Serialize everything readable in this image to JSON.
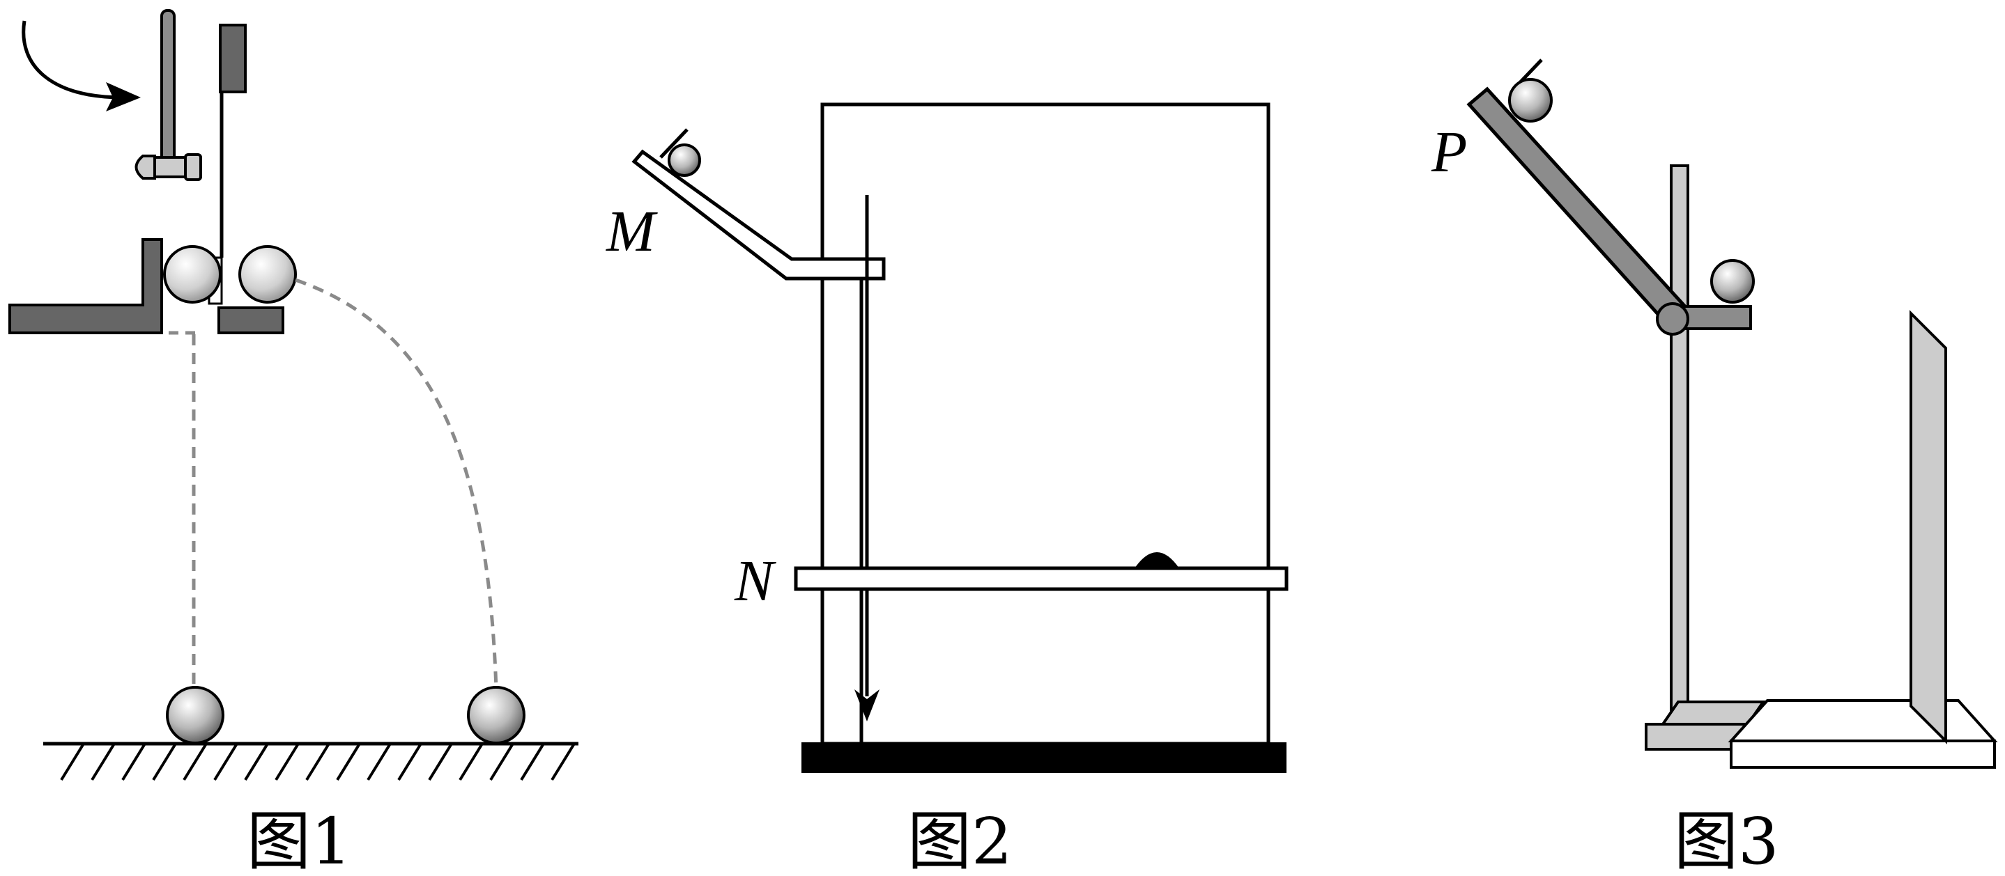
{
  "figures": [
    {
      "caption": "图1",
      "labels": []
    },
    {
      "caption": "图2",
      "labels": [
        "M",
        "N"
      ]
    },
    {
      "caption": "图3",
      "labels": [
        "P"
      ]
    }
  ],
  "colors": {
    "dark_gray": "#666666",
    "mid_gray": "#8c8c8c",
    "light_gray": "#cccccc",
    "dash_gray": "#8a8a8a",
    "black": "#000000",
    "white": "#ffffff"
  }
}
